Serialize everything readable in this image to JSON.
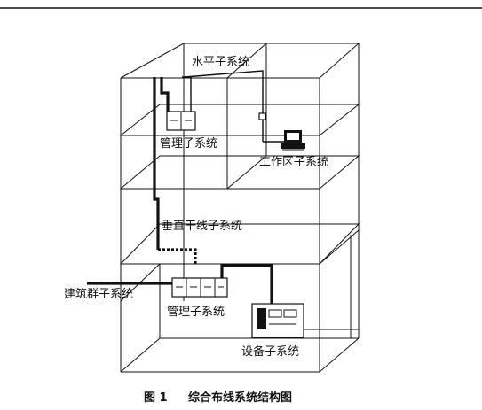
{
  "labels": {
    "horizontal": "水平子系统",
    "management_top": "管理子系统",
    "work_area": "工作区子系统",
    "vertical": "垂直干线子系统",
    "building_group": "建筑群子系统",
    "management_bottom": "管理子系统",
    "equipment": "设备子系统"
  },
  "caption": {
    "figure_number": "图 1",
    "title": "综合布线系统结构图"
  }
}
